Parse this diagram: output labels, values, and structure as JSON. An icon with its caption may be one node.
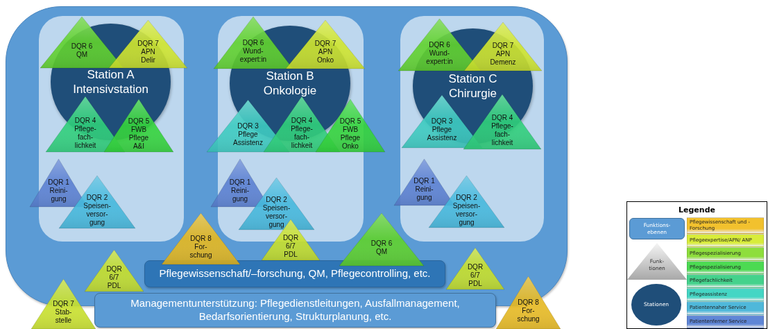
{
  "diagram": {
    "nodes": [
      {
        "text": [],
        "shape": "box"
      },
      {
        "text": [],
        "shape": "box",
        "in": 0
      },
      {
        "text": [
          "DQR 6",
          "QM"
        ],
        "in": 1
      },
      {
        "text": [
          "DQR 7",
          "APN Delir"
        ],
        "in": 1
      },
      {
        "text": [
          "Station A Intensivstation"
        ],
        "in": 1
      },
      {
        "text": [
          "DQR 4",
          "Pflege- fach- lichkeit"
        ],
        "in": 1
      },
      {
        "text": [
          "DQR 5",
          "FWB Pflege A&I"
        ],
        "in": 1
      },
      {
        "text": [
          "DQR 1",
          "Reini- gung"
        ],
        "in": 1
      },
      {
        "text": [
          "DQR 2",
          "Speisen- versor- gung"
        ],
        "in": 1
      },
      {
        "text": [],
        "shape": "box",
        "in": 0
      },
      {
        "text": [
          "DQR 6",
          "Wund- expert:in"
        ],
        "in": 9
      },
      {
        "text": [
          "DQR 7",
          "APN Onko"
        ],
        "in": 9
      },
      {
        "text": [
          "Station B Onkologie"
        ],
        "in": 9
      },
      {
        "text": [
          "DQR 3",
          "Pflege Assistenz"
        ],
        "in": 9
      },
      {
        "text": [
          "DQR 4",
          "Pflege- fach- lichkeit"
        ],
        "in": 9
      },
      {
        "text": [
          "DQR 5",
          "FWB Pflege Onko"
        ],
        "in": 0
      },
      {
        "text": [
          "DQR 1",
          "Reini- gung"
        ],
        "in": 9
      },
      {
        "text": [
          "DQR 2",
          "Speisen- versor- gung"
        ],
        "in": 9
      },
      {
        "text": [],
        "shape": "box",
        "in": 0
      },
      {
        "text": [
          "DQR 6",
          "Wund- expert:in"
        ],
        "in": 18
      },
      {
        "text": [
          "DQR 7",
          "APN Demenz"
        ],
        "in": 18
      },
      {
        "text": [
          "Station C Chirurgie"
        ],
        "in": 18
      },
      {
        "text": [
          "DQR 3",
          "Pflege Assistenz"
        ],
        "in": 18
      },
      {
        "text": [
          "DQR 4",
          "Pflege- fach- lichkeit"
        ],
        "in": 18
      },
      {
        "text": [
          "DQR 1",
          "Reini- gung"
        ],
        "in": 18
      },
      {
        "text": [
          "DQR 2",
          "Speisen- versor- gung"
        ],
        "in": 18
      },
      {
        "text": [
          "DQR 8",
          "For- schung"
        ],
        "in": 0
      },
      {
        "text": [
          "DQR 6/7",
          "PDL"
        ],
        "in": 0
      },
      {
        "text": [
          "DQR 6",
          "QM"
        ],
        "in": 0
      },
      {
        "text": [
          "DQR 6/7",
          "PDL"
        ],
        "in": 0
      },
      {
        "text": [
          "Pflegewissenschaft/–forschung, QM, Pflegecontrolling, etc."
        ],
        "in": 0
      },
      {
        "text": [
          "DQR 6/7",
          "PDL"
        ],
        "in": 0
      },
      {
        "text": [
          "DQR 7",
          "Stab- stelle"
        ]
      },
      {
        "text": [
          "Managementunterstützung: Pflegedienstleitungen, Ausfallmanagement, Bedarfsorientierung, Strukturplanung, etc."
        ]
      },
      {
        "text": [
          "DQR 8",
          "For- schung"
        ]
      }
    ],
    "labels": [
      "Legende"
    ],
    "legend": [
      {
        "text": "Funktions- ebenen"
      },
      {
        "text": "Funk- tionen"
      },
      {
        "text": "Stationen"
      },
      {
        "text": "Pflegewissenschaft und -Forschung",
        "color": "#f2c12e"
      },
      {
        "text": "Pflegeexpertise/APN/ ANP",
        "color": "#d8ec3a"
      },
      {
        "text": "Pflegespezialisierung",
        "color": "#8ede3c"
      },
      {
        "text": "Pflegespezialisierung",
        "color": "#4cda52"
      },
      {
        "text": "Pflegefachlichkeit",
        "color": "#44d28c"
      },
      {
        "text": "Pflegeassistenz",
        "color": "#44d6c4"
      },
      {
        "text": "Patientennaher Service",
        "color": "#4fb8da"
      },
      {
        "text": "Patientenferner Service",
        "color": "#5f86d6"
      }
    ]
  }
}
